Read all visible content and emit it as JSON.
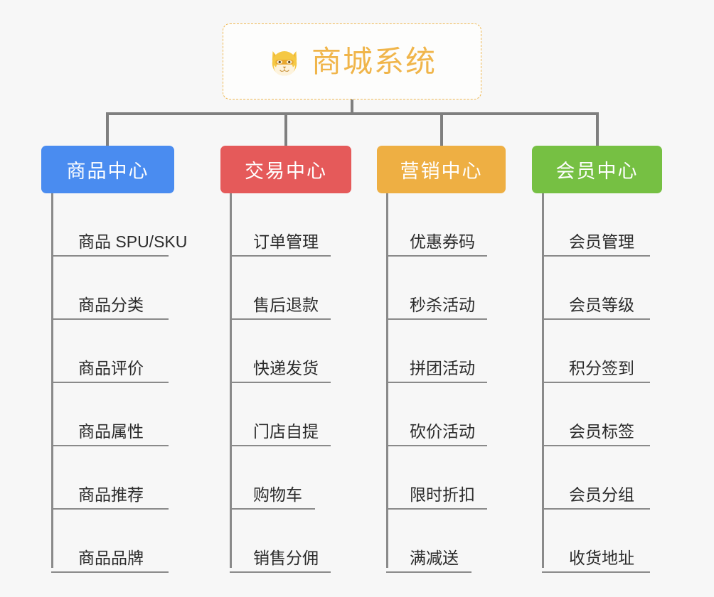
{
  "diagram": {
    "type": "organization-tree",
    "background_color": "#f7f7f7",
    "root": {
      "title": "商城系统",
      "icon": "shiba-dog-icon",
      "border_color": "#f0b952",
      "text_color": "#f0b54a"
    },
    "categories": [
      {
        "label": "商品中心",
        "color": "#4a8cf0",
        "items": [
          "商品 SPU/SKU",
          "商品分类",
          "商品评价",
          "商品属性",
          "商品推荐",
          "商品品牌"
        ]
      },
      {
        "label": "交易中心",
        "color": "#e55a5a",
        "items": [
          "订单管理",
          "售后退款",
          "快递发货",
          "门店自提",
          "购物车",
          "销售分佣"
        ]
      },
      {
        "label": "营销中心",
        "color": "#eeaf43",
        "items": [
          "优惠券码",
          "秒杀活动",
          "拼团活动",
          "砍价活动",
          "限时折扣",
          "满减送"
        ]
      },
      {
        "label": "会员中心",
        "color": "#76c043",
        "items": [
          "会员管理",
          "会员等级",
          "积分签到",
          "会员标签",
          "会员分组",
          "收货地址"
        ]
      }
    ],
    "connector_color": "#7f7f7f"
  }
}
